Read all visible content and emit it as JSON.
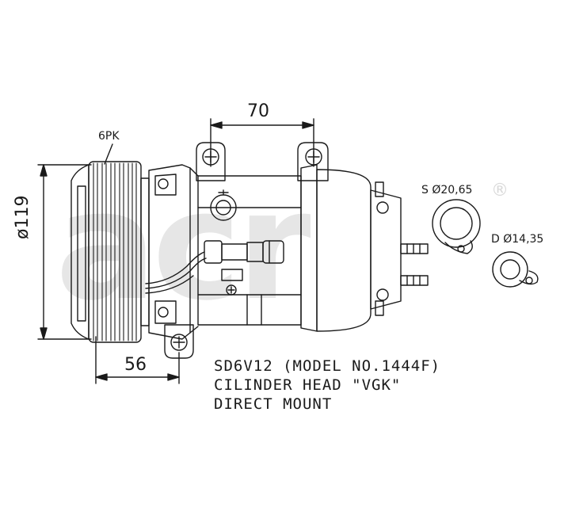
{
  "watermark": {
    "text": "acr",
    "registered_mark": "®"
  },
  "dimensions": {
    "width_top": "70",
    "diameter_left": "ø119",
    "width_bottom": "56"
  },
  "pulley_label": "6PK",
  "ports": {
    "suction": "S Ø20,65",
    "discharge": "D Ø14,35"
  },
  "spec_lines": [
    "SD6V12 (MODEL NO.1444F)",
    "CILINDER HEAD \"VGK\"",
    "DIRECT MOUNT"
  ],
  "colors": {
    "line": "#1a1a1a",
    "watermark": "#e6e6e6"
  }
}
